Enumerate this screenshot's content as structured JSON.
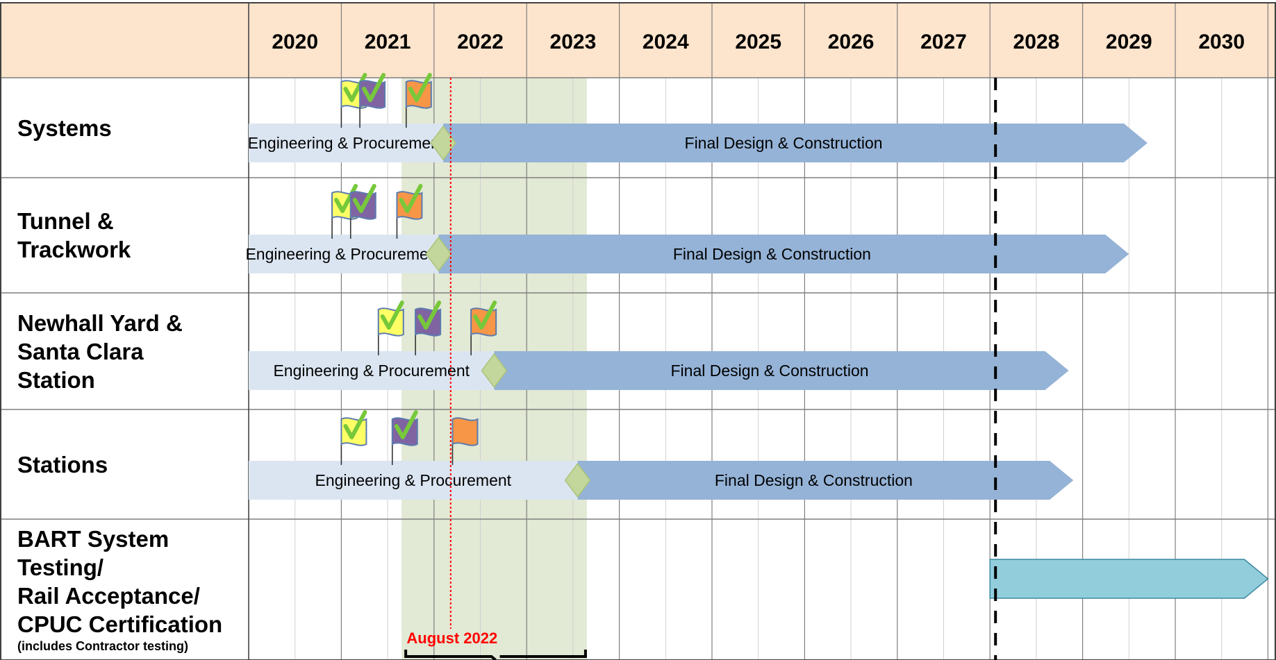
{
  "chart_data": {
    "type": "gantt",
    "x_axis": {
      "years": [
        "2020",
        "2021",
        "2022",
        "2023",
        "2024",
        "2025",
        "2026",
        "2027",
        "2028",
        "2029",
        "2030"
      ],
      "range": [
        2020.0,
        2031.0
      ]
    },
    "rows": [
      {
        "label_lines": [
          "Systems"
        ],
        "note": "",
        "tasks": [
          {
            "label": "Engineering & Procurement",
            "start": 2020.0,
            "end": 2022.1,
            "style": "light"
          },
          {
            "label": "Final Design & Construction",
            "start": 2022.1,
            "end": 2029.7,
            "style": "blue-arrow"
          }
        ],
        "milestone": 2022.1,
        "flags": [
          {
            "x": 2021.0,
            "color": "yellow",
            "checked": true
          },
          {
            "x": 2021.2,
            "color": "purple",
            "checked": true
          },
          {
            "x": 2021.7,
            "color": "orange",
            "checked": true
          }
        ]
      },
      {
        "label_lines": [
          "Tunnel &",
          "Trackwork"
        ],
        "note": "",
        "tasks": [
          {
            "label": "Engineering & Procurement",
            "start": 2020.0,
            "end": 2022.05,
            "style": "light"
          },
          {
            "label": "Final Design & Construction",
            "start": 2022.05,
            "end": 2029.5,
            "style": "blue-arrow"
          }
        ],
        "milestone": 2022.05,
        "flags": [
          {
            "x": 2020.9,
            "color": "yellow",
            "checked": true
          },
          {
            "x": 2021.1,
            "color": "purple",
            "checked": true
          },
          {
            "x": 2021.6,
            "color": "orange",
            "checked": true
          }
        ]
      },
      {
        "label_lines": [
          "Newhall Yard &",
          "Santa Clara",
          "Station"
        ],
        "note": "",
        "tasks": [
          {
            "label": "Engineering & Procurement",
            "start": 2020.0,
            "end": 2022.65,
            "style": "light"
          },
          {
            "label": "Final Design & Construction",
            "start": 2022.65,
            "end": 2028.85,
            "style": "blue-arrow"
          }
        ],
        "milestone": 2022.65,
        "flags": [
          {
            "x": 2021.4,
            "color": "yellow",
            "checked": true
          },
          {
            "x": 2021.8,
            "color": "purple",
            "checked": true
          },
          {
            "x": 2022.4,
            "color": "orange",
            "checked": true
          }
        ]
      },
      {
        "label_lines": [
          "Stations"
        ],
        "note": "",
        "tasks": [
          {
            "label": "Engineering & Procurement",
            "start": 2020.0,
            "end": 2023.55,
            "style": "light"
          },
          {
            "label": "Final Design & Construction",
            "start": 2023.55,
            "end": 2028.9,
            "style": "blue-arrow"
          }
        ],
        "milestone": 2023.55,
        "flags": [
          {
            "x": 2021.0,
            "color": "yellow",
            "checked": true
          },
          {
            "x": 2021.55,
            "color": "purple",
            "checked": true
          },
          {
            "x": 2022.2,
            "color": "orange",
            "checked": false
          }
        ]
      },
      {
        "label_lines": [
          "BART System",
          "Testing/",
          "Rail Acceptance/",
          "CPUC Certification"
        ],
        "note": "(includes Contractor testing)",
        "tasks": [
          {
            "label": "",
            "start": 2028.0,
            "end": 2031.0,
            "style": "teal-arrow"
          }
        ],
        "milestone": null,
        "flags": []
      }
    ],
    "highlight_window": {
      "start": 2021.65,
      "end": 2023.65
    },
    "current_date": {
      "label": "August 2022",
      "x": 2022.18
    },
    "dashed_line_x": 2028.0
  },
  "colors": {
    "header_bg": "#fde4cc",
    "light_bar": "#dbe5f1",
    "blue_bar": "#95b3d7",
    "teal_bar": "#92cddc",
    "milestone": "#c3d69b",
    "highlight": "#d8e2c6",
    "current_line": "#ff0000",
    "flag_yellow": "#ffff66",
    "flag_purple": "#8064a2",
    "flag_orange": "#f79646",
    "check": "#77c83a"
  }
}
